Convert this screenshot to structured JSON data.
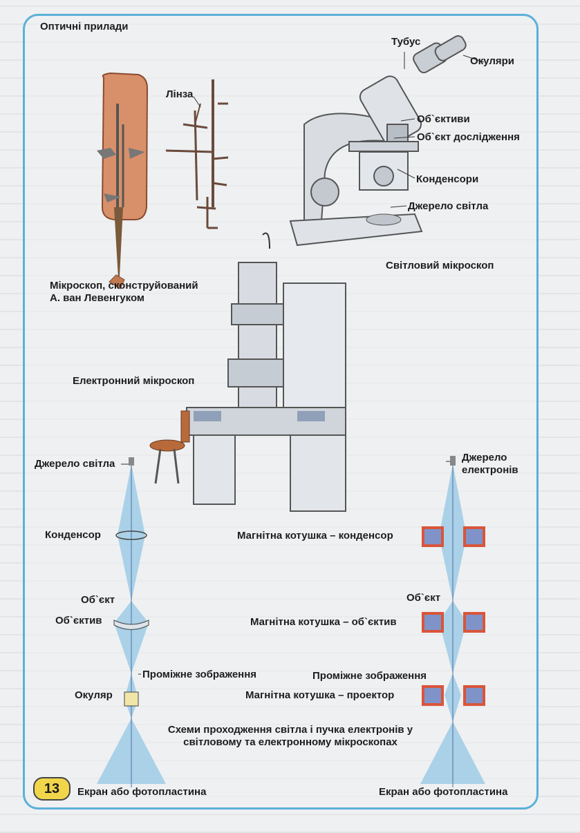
{
  "page_number": "13",
  "section_title": "Оптичні прилади",
  "leeuwenhoek": {
    "lens_label": "Лінза",
    "caption": "Мікроскоп, сконструйований А. ван Левенгуком"
  },
  "light_microscope": {
    "parts": {
      "tube": "Тубус",
      "eyepieces": "Окуляри",
      "objectives": "Об`єктиви",
      "specimen": "Об`єкт дослідження",
      "condensers": "Конденсори",
      "light_source": "Джерело світла"
    },
    "caption": "Світловий мікроскоп"
  },
  "electron_microscope": {
    "caption": "Електронний мікроскоп"
  },
  "light_scheme": {
    "source": "Джерело світла",
    "condenser": "Конденсор",
    "object": "Об`єкт",
    "objective": "Об`єктив",
    "intermediate": "Проміжне зображення",
    "eyepiece": "Окуляр",
    "screen": "Екран або фотопластина"
  },
  "electron_scheme": {
    "source": "Джерело електронів",
    "coil_condenser": "Магнітна котушка – конденсор",
    "object": "Об`єкт",
    "coil_objective": "Магнітна котушка – об`єктив",
    "intermediate": "Проміжне зображення",
    "coil_projector": "Магнітна котушка – проектор",
    "screen": "Екран або фотопластина"
  },
  "schemes_caption": "Схеми проходження світла і пучка електронів у світловому та електронному мікроскопах",
  "colors": {
    "frame": "#5bb0d8",
    "beam": "#9ecbe6",
    "coil_red": "#d9553a",
    "coil_blue": "#7f93c9",
    "wood": "#d8906a",
    "badge": "#f2d64a"
  }
}
